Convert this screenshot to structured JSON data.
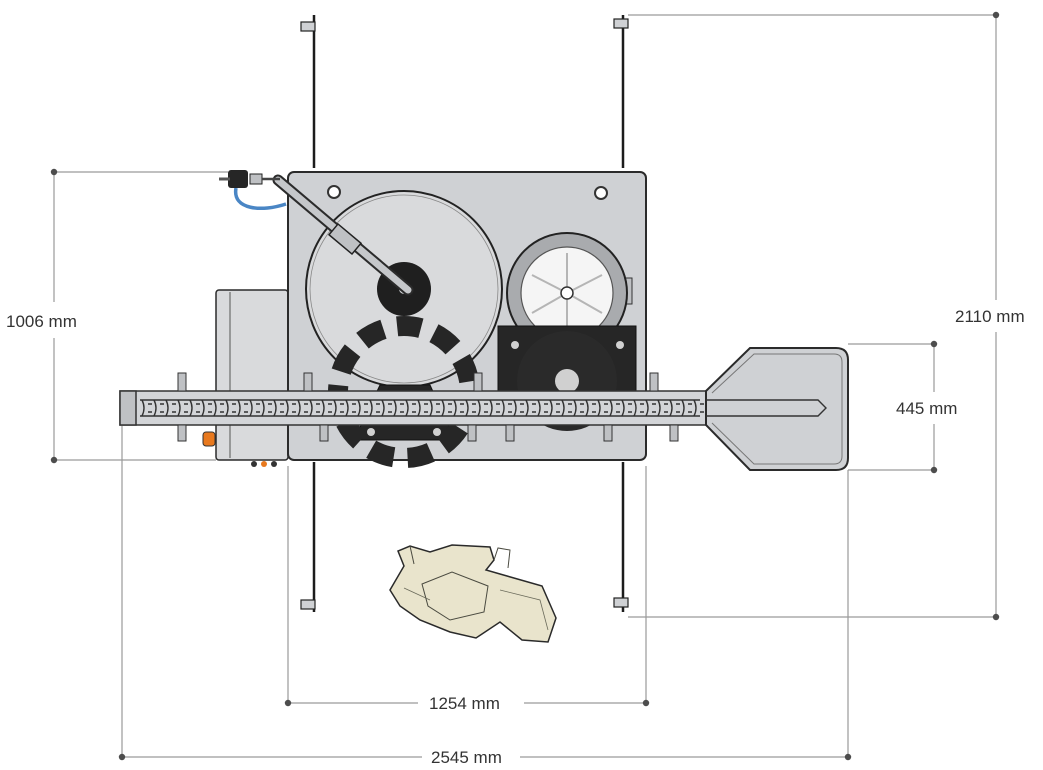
{
  "dimensions": {
    "overall_length": "2545 mm",
    "frame_width": "1254 mm",
    "frame_depth": "1006 mm",
    "overall_depth": "2110 mm",
    "conveyor_width": "445 mm"
  },
  "colors": {
    "frame": "#cfd1d4",
    "outline": "#2b2b2b",
    "dark_parts": "#262626",
    "hose": "#4a86c5",
    "button": "#e8791e",
    "product": "#e9e4cc",
    "dimension_line": "#9a9a9a"
  }
}
